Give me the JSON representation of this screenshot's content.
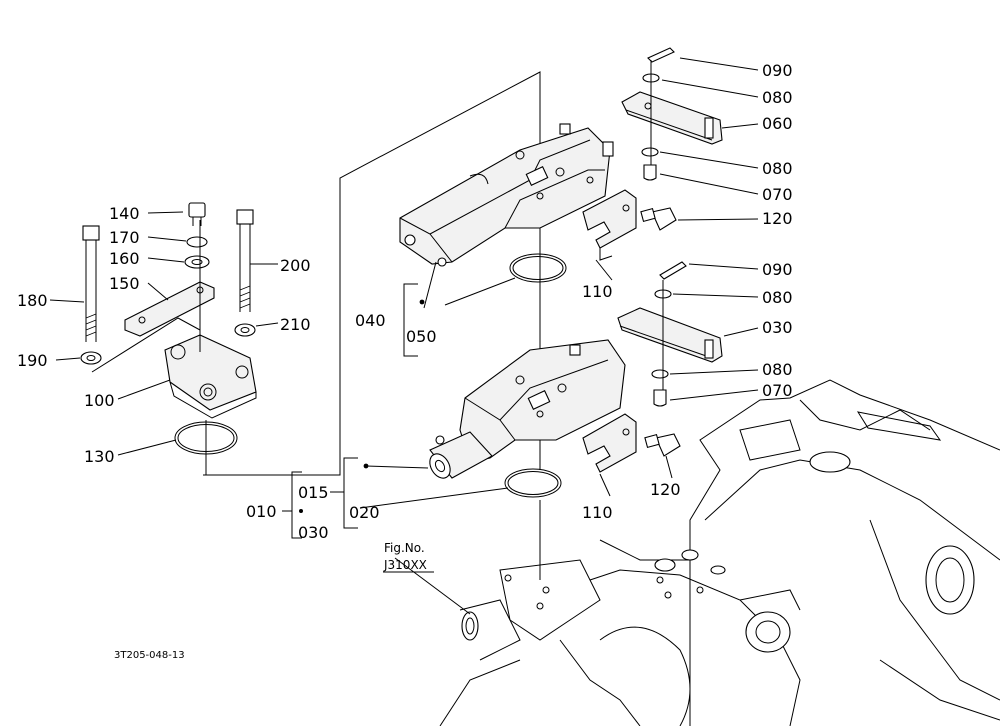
{
  "labels": {
    "p010": "010",
    "p015": "015",
    "p020": "020",
    "p030_bracket": "030",
    "p030_lever": "030",
    "p040": "040",
    "p050": "050",
    "p060": "060",
    "p070_top": "070",
    "p070_bot": "070",
    "p080_a": "080",
    "p080_b": "080",
    "p080_c": "080",
    "p080_d": "080",
    "p090_top": "090",
    "p090_bot": "090",
    "p100": "100",
    "p110_top": "110",
    "p110_bot": "110",
    "p120_top": "120",
    "p120_bot": "120",
    "p130": "130",
    "p140": "140",
    "p150": "150",
    "p160": "160",
    "p170": "170",
    "p180": "180",
    "p190": "190",
    "p200": "200",
    "p210": "210"
  },
  "figure_ref": {
    "line1": "Fig.No.",
    "line2": "J310XX"
  },
  "drawing_code": "3T205-048-13"
}
